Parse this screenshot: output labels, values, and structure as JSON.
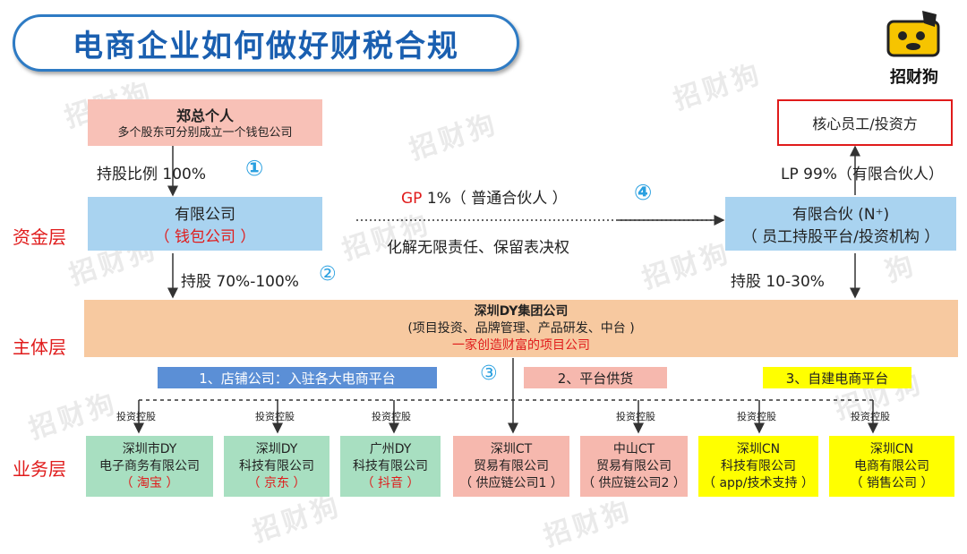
{
  "title": "电商企业如何做好财税合规",
  "logo": {
    "text": "招财狗",
    "icon": "dog-icon"
  },
  "watermark_text": "招财狗",
  "layers": {
    "capital": "资金层",
    "main": "主体层",
    "business": "业务层"
  },
  "personal": {
    "title": "郑总个人",
    "sub": "多个股东可分别成立一个钱包公司"
  },
  "core": {
    "title": "核心员工/投资方"
  },
  "edge1": {
    "label": "持股比例 100%",
    "num": "①"
  },
  "wallet": {
    "title": "有限公司",
    "sub": "（ 钱包公司 ）"
  },
  "edge4": {
    "gp_prefix": "GP",
    "gp_rest": " 1%（ 普通合伙人 ）",
    "num": "④",
    "below": "化解无限责任、保留表决权"
  },
  "lp": {
    "label": "LP 99%（有限合伙人）"
  },
  "partnership": {
    "title": "有限合伙 (N⁺)",
    "sub": "（ 员工持股平台/投资机构 ）"
  },
  "edge2": {
    "label": "持股 70%-100%",
    "num": "②"
  },
  "edge_right": {
    "label": "持股  10-30%"
  },
  "group": {
    "title": "深圳DY集团公司",
    "sub": "(项目投资、品牌管理、产品研发、中台 )",
    "tag": "一家创造财富的项目公司"
  },
  "categories": {
    "c1": "1、店铺公司：入驻各大电商平台",
    "num3": "③",
    "c2": "2、平台供货",
    "c3": "3、自建电商平台"
  },
  "invest_label": "投资控股",
  "companies": [
    {
      "l1": "深圳市DY",
      "l2": "电子商务有限公司",
      "l3": "（ 淘宝 ）"
    },
    {
      "l1": "深圳DY",
      "l2": "科技有限公司",
      "l3": "（ 京东 ）"
    },
    {
      "l1": "广州DY",
      "l2": "科技有限公司",
      "l3": "（ 抖音 ）"
    },
    {
      "l1": "深圳CT",
      "l2": "贸易有限公司",
      "l3": "（ 供应链公司1 ）"
    },
    {
      "l1": "中山CT",
      "l2": "贸易有限公司",
      "l3": "（ 供应链公司2 ）"
    },
    {
      "l1": "深圳CN",
      "l2": "科技有限公司",
      "l3": "（ app/技术支持 ）"
    },
    {
      "l1": "深圳CN",
      "l2": "电商有限公司",
      "l3": "（ 销售公司 ）"
    }
  ],
  "colors": {
    "title_blue": "#1a5fb0",
    "pink_box": "#f8c1b7",
    "light_blue_box": "#a9d3f0",
    "orange_band": "#f7c9a0",
    "green_box": "#a8dfc1",
    "salmon_box": "#f6b8ae",
    "yellow_box": "#ffff00",
    "blue_category": "#5b8fd6",
    "red_text": "#e01b1b"
  }
}
